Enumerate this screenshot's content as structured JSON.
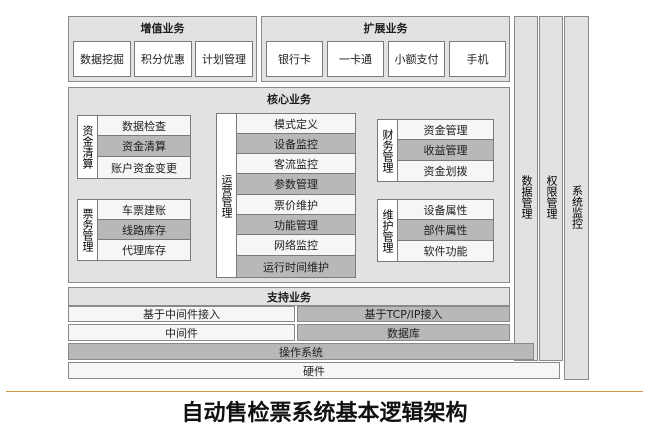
{
  "value_added": {
    "title": "增值业务",
    "items": [
      "数据挖掘",
      "积分优惠",
      "计划管理"
    ]
  },
  "extended": {
    "title": "扩展业务",
    "items": [
      "银行卡",
      "一卡通",
      "小额支付",
      "手机"
    ]
  },
  "core": {
    "title": "核心业务",
    "fund_clearing": {
      "label": "资金清算",
      "items": [
        "数据检查",
        "资金清算",
        "账户资金变更"
      ]
    },
    "ticket_mgmt": {
      "label": "票务管理",
      "items": [
        "车票建账",
        "线路库存",
        "代理库存"
      ]
    },
    "operation_mgmt": {
      "label": "运营管理",
      "items": [
        "模式定义",
        "设备监控",
        "客流监控",
        "参数管理",
        "票价维护",
        "功能管理",
        "网络监控",
        "运行时间维护"
      ]
    },
    "finance_mgmt": {
      "label": "财务管理",
      "items": [
        "资金管理",
        "收益管理",
        "资金划拨"
      ]
    },
    "maint_mgmt": {
      "label": "维护管理",
      "items": [
        "设备属性",
        "部件属性",
        "软件功能"
      ]
    }
  },
  "support": {
    "title": "支持业务",
    "middleware_access": "基于中间件接入",
    "tcpip_access": "基于TCP/IP接入",
    "middleware": "中间件",
    "database": "数据库",
    "os": "操作系统",
    "hardware": "硬件"
  },
  "side": {
    "data_mgmt": "数据管理",
    "perm_mgmt": "权限管理",
    "sys_monitor": "系统监控"
  },
  "caption": "自动售检票系统基本逻辑架构"
}
